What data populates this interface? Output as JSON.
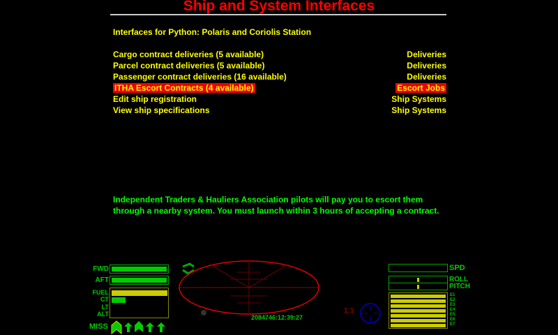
{
  "title": "Ship and System Interfaces",
  "subtitle": "Interfaces for Python: Polaris and Coriolis Station",
  "items": [
    {
      "label": "Cargo contract deliveries (5 available)",
      "category": "Deliveries"
    },
    {
      "label": "Parcel contract deliveries (5 available)",
      "category": "Deliveries"
    },
    {
      "label": "Passenger contract deliveries (16 available)",
      "category": "Deliveries"
    },
    {
      "label": "ITHA Escort Contracts (4 available)",
      "category": "Escort Jobs",
      "selected": true
    },
    {
      "label": "Edit ship registration",
      "category": "Ship Systems"
    },
    {
      "label": "View ship specifications",
      "category": "Ship Systems"
    }
  ],
  "description": [
    "Independent Traders & Hauliers Association pilots will pay you to escort them",
    "through a nearby system. You must launch within 3 hours of accepting a contract."
  ],
  "hud": {
    "fwd": "FWD",
    "aft": "AFT",
    "fuel": "FUEL",
    "ct": "CT",
    "lt": "LT",
    "alt": "ALT",
    "miss": "MISS",
    "clock": "2084746:12:39:27",
    "scale": "1:1",
    "spd": "SPD",
    "roll": "ROLL",
    "pitch": "PITCH",
    "energy": [
      "E1",
      "E2",
      "E3",
      "E4",
      "E5",
      "E6",
      "E7"
    ],
    "fwd_shield": 1.0,
    "aft_shield": 1.0,
    "fuel_level": 1.0,
    "cabin_temp": 0.25
  }
}
